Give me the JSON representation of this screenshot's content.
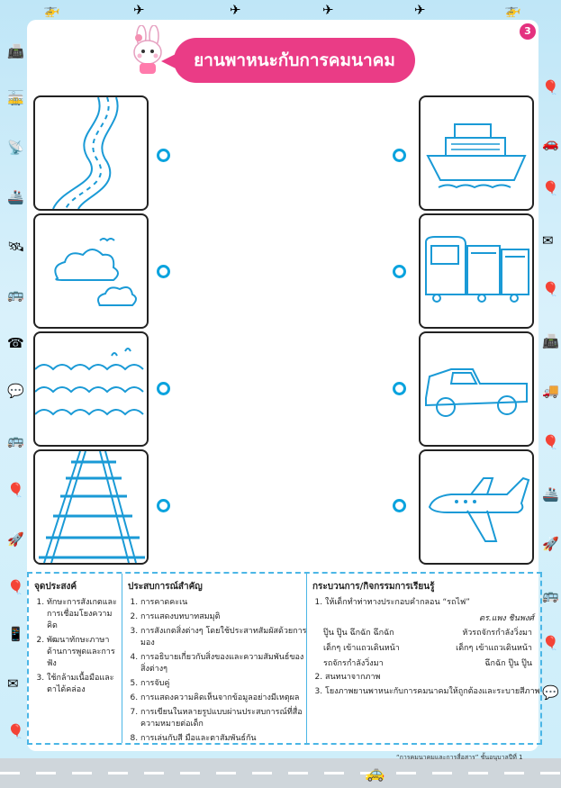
{
  "page_number": "3",
  "title": "ยานพาหนะกับการคมนาคม",
  "left_pictures": [
    {
      "name": "road-picture"
    },
    {
      "name": "sky-clouds-picture"
    },
    {
      "name": "water-waves-picture"
    },
    {
      "name": "railway-track-picture"
    }
  ],
  "right_pictures": [
    {
      "name": "boat-picture"
    },
    {
      "name": "train-picture"
    },
    {
      "name": "pickup-truck-picture"
    },
    {
      "name": "airplane-picture"
    }
  ],
  "objectives": {
    "heading": "จุดประสงค์",
    "items": [
      "ทักษะการสังเกตและการเชื่อมโยงความคิด",
      "พัฒนาทักษะภาษาด้านการพูดและการฟัง",
      "ใช้กล้ามเนื้อมือและตาได้คล่อง"
    ]
  },
  "experiences": {
    "heading": "ประสบการณ์สำคัญ",
    "items": [
      "การคาดคะเน",
      "การแสดงบทบาทสมมุติ",
      "การสังเกตสิ่งต่างๆ โดยใช้ประสาทสัมผัสด้วยการมอง",
      "การอธิบายเกี่ยวกับสิ่งของและความสัมพันธ์ของสิ่งต่างๆ",
      "การจับคู่",
      "การแสดงความคิดเห็นจากข้อมูลอย่างมีเหตุผล",
      "การเขียนในหลายรูปแบบผ่านประสบการณ์ที่สื่อความหมายต่อเด็ก",
      "การเล่นกับสี มือและตาสัมพันธ์กัน"
    ]
  },
  "process": {
    "heading": "กระบวนการ/กิจกรรมการเรียนรู้",
    "step1": "ให้เด็กทำท่าทางประกอบคำกลอน  “รถไฟ”",
    "author": "ดร.แพง ชินพงศ์",
    "poem": [
      [
        "ปู๊น ปู๊น ฉึกฉัก ฉึกฉัก",
        "หัวรถจักรกำลังวิ่งมา"
      ],
      [
        "เด็กๆ เข้าแถวเดินหน้า",
        "เด็กๆ เข้าแถวเดินหน้า"
      ],
      [
        "รถจักรกำลังวิ่งมา",
        "ฉึกฉัก ปู๊น ปู๊น"
      ]
    ],
    "step2": "สนทนาจากภาพ",
    "step3": "โยงภาพยานพาหนะกับการคมนาคมให้ถูกต้องและระบายสีภาพ"
  },
  "footer": "“การคมนาคมและการสื่อสาร” ชั้นอนุบาลปีที่ 1"
}
